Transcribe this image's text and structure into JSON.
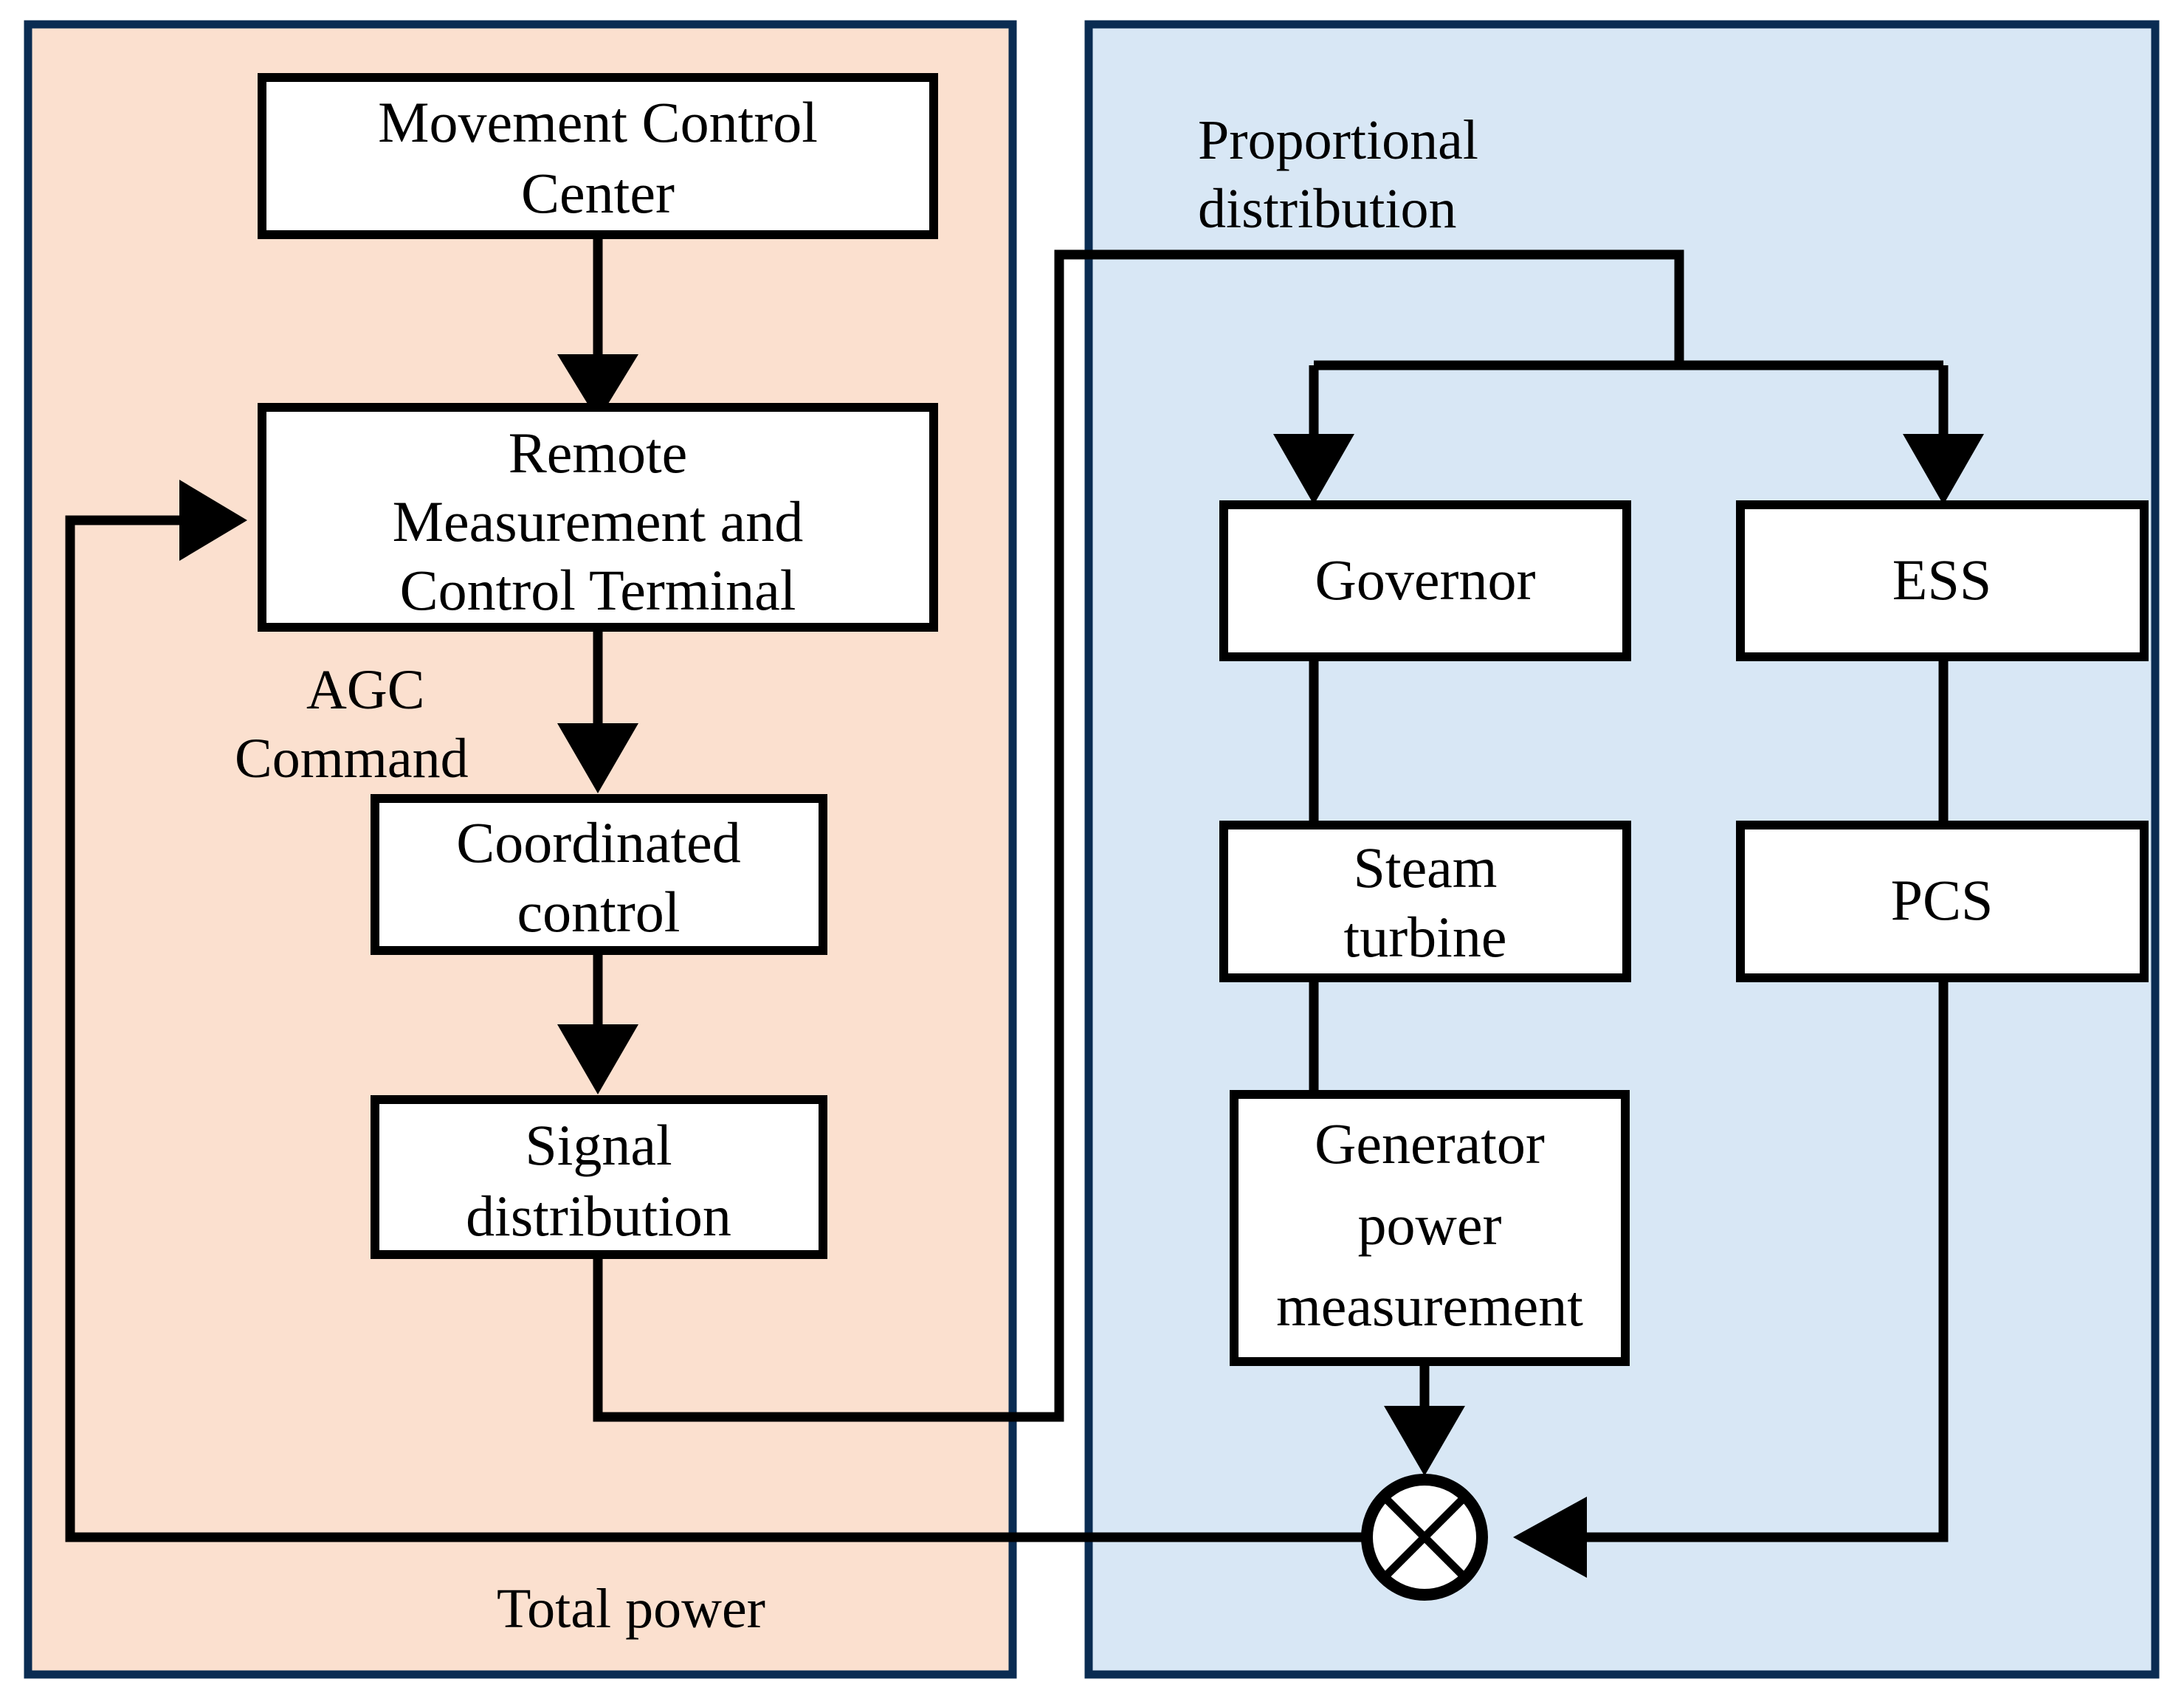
{
  "figure": {
    "kind": "control-block-diagram",
    "title_visible": false
  },
  "panels": [
    {
      "id": "plant-control-panel",
      "name": "left-panel",
      "fill": "#fbe0cf",
      "border": "#0a2c52"
    },
    {
      "id": "unit-execution-panel",
      "name": "right-panel",
      "fill": "#d8e7f5",
      "border": "#0a2c52"
    }
  ],
  "left_panel": {
    "boxes": [
      {
        "id": "movement-control-center",
        "lines": [
          "Movement Control",
          "Center"
        ]
      },
      {
        "id": "remote-measurement-and-control-terminal",
        "lines": [
          "Remote",
          "Measurement and",
          "Control Terminal"
        ]
      },
      {
        "id": "coordinated-control",
        "lines": [
          "Coordinated",
          "control"
        ]
      },
      {
        "id": "signal-distribution",
        "lines": [
          "Signal",
          "distribution"
        ]
      }
    ],
    "labels": [
      {
        "id": "agc-command-label",
        "lines": [
          "AGC",
          "Command"
        ]
      },
      {
        "id": "total-power-label",
        "lines": [
          "Total power"
        ]
      }
    ]
  },
  "right_panel": {
    "boxes": [
      {
        "id": "governor",
        "lines": [
          "Governor"
        ]
      },
      {
        "id": "ess",
        "lines": [
          "ESS"
        ]
      },
      {
        "id": "steam-turbine",
        "lines": [
          "Steam",
          "turbine"
        ]
      },
      {
        "id": "pcs",
        "lines": [
          "PCS"
        ]
      },
      {
        "id": "generator-power-measurement",
        "lines": [
          "Generator",
          "power",
          "measurement"
        ]
      }
    ],
    "labels": [
      {
        "id": "proportional-distribution-label",
        "lines": [
          "Proportional",
          "distribution"
        ]
      }
    ],
    "nodes": [
      {
        "id": "summation-node",
        "symbol": "circle-with-x",
        "label": ""
      }
    ]
  },
  "connections": [
    {
      "id": "mcc-to-rmct",
      "from": "movement-control-center",
      "to": "remote-measurement-and-control-terminal",
      "arrow": true
    },
    {
      "id": "rmct-to-coordinated-control",
      "from": "remote-measurement-and-control-terminal",
      "to": "coordinated-control",
      "arrow": true,
      "label": "AGC Command"
    },
    {
      "id": "coordinated-control-to-signal-distribution",
      "from": "coordinated-control",
      "to": "signal-distribution",
      "arrow": true
    },
    {
      "id": "signal-distribution-to-proportional-split",
      "from": "signal-distribution",
      "to": "proportional-distribution-label",
      "arrow": false,
      "label": "Proportional distribution"
    },
    {
      "id": "split-to-governor",
      "from": "proportional-distribution-label",
      "to": "governor",
      "arrow": true
    },
    {
      "id": "split-to-ess",
      "from": "proportional-distribution-label",
      "to": "ess",
      "arrow": true
    },
    {
      "id": "governor-to-steam-turbine",
      "from": "governor",
      "to": "steam-turbine",
      "arrow": false
    },
    {
      "id": "steam-turbine-to-generator-power-measurement",
      "from": "steam-turbine",
      "to": "generator-power-measurement",
      "arrow": false
    },
    {
      "id": "generator-power-measurement-to-summation",
      "from": "generator-power-measurement",
      "to": "summation-node",
      "arrow": true
    },
    {
      "id": "ess-to-pcs",
      "from": "ess",
      "to": "pcs",
      "arrow": false
    },
    {
      "id": "pcs-to-summation",
      "from": "pcs",
      "to": "summation-node",
      "arrow": true
    },
    {
      "id": "summation-to-rmct-feedback",
      "from": "summation-node",
      "to": "remote-measurement-and-control-terminal",
      "arrow": true,
      "label": "Total power"
    }
  ],
  "text": {
    "movement_control_center_l1": "Movement Control",
    "movement_control_center_l2": "Center",
    "rmct_l1": "Remote",
    "rmct_l2": "Measurement and",
    "rmct_l3": "Control Terminal",
    "coordinated_control_l1": "Coordinated",
    "coordinated_control_l2": "control",
    "signal_distribution_l1": "Signal",
    "signal_distribution_l2": "distribution",
    "agc_command_l1": "AGC",
    "agc_command_l2": "Command",
    "total_power": "Total power",
    "proportional_distribution_l1": "Proportional",
    "proportional_distribution_l2": "distribution",
    "governor": "Governor",
    "ess": "ESS",
    "steam_turbine_l1": "Steam",
    "steam_turbine_l2": "turbine",
    "pcs": "PCS",
    "generator_power_measurement_l1": "Generator",
    "generator_power_measurement_l2": "power",
    "generator_power_measurement_l3": "measurement"
  },
  "colors": {
    "left_panel_fill": "#fbe0cf",
    "right_panel_fill": "#d8e7f5",
    "panel_border": "#0a2c52",
    "box_fill": "#ffffff",
    "box_border": "#000000",
    "wire": "#000000"
  }
}
